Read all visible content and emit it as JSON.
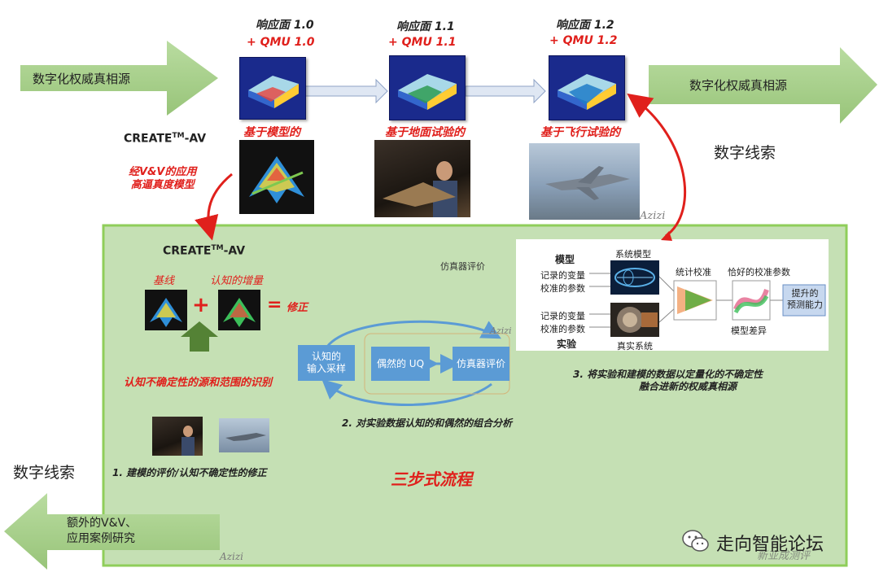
{
  "top": {
    "left_arrow_label": "数字化权威真相源",
    "right_arrow_label": "数字化权威真相源",
    "stages": [
      {
        "title": "响应面  1.0",
        "qmu": "+ QMU 1.0",
        "basis": "基于模型的"
      },
      {
        "title": "响应面  1.1",
        "qmu": "+ QMU 1.1",
        "basis": "基于地面试验的"
      },
      {
        "title": "响应面  1.2",
        "qmu": "+ QMU 1.2",
        "basis": "基于飞行试验的"
      }
    ],
    "create_av": "CREATE",
    "create_av_sup": "TM",
    "create_av_suffix": "-AV",
    "validated_model": "经V&V的应用\n高逼真度模型",
    "digital_thread": "数字线索"
  },
  "panel": {
    "create_av": "CREATE",
    "create_av_sup": "TM",
    "create_av_suffix": "-AV",
    "baseline": "基线",
    "increment": "认知的增量",
    "plus": "+",
    "equals": "=",
    "correction": "修正",
    "uncertainty_id": "认知不确定性的源和范围的识别",
    "step1": "1.  建模的评价/认知不确定性的修正",
    "sim_eval_label": "仿真器评价",
    "box_input": "认知的\n输入采样",
    "box_uq": "偶然的 UQ",
    "box_sim": "仿真器评价",
    "step2": "2.  对实验数据认知的和偶然的组合分析",
    "three_step": "三步式流程",
    "step3_line1": "3.  将实验和建模的数据以定量化的不确定性",
    "step3_line2": "融合进新的权威真相源",
    "calib": {
      "model_header": "模型",
      "recorded_var1": "记录的变量",
      "calib_param1": "校准的参数",
      "recorded_var2": "记录的变量",
      "calib_param2": "校准的参数",
      "experiment_header": "实验",
      "system_model": "系统模型",
      "real_system": "真实系统",
      "stat_calib": "统计校准",
      "good_params": "恰好的校准参数",
      "model_diff": "模型差异",
      "improved": "提升的\n预测能力"
    }
  },
  "bottom": {
    "digital_thread": "数字线索",
    "arrow_label": "额外的V&V、\n应用案例研究",
    "brand": "走向智能论坛",
    "stamp": "新亚成测评"
  },
  "watermarks": [
    "Azizi",
    "Azizi",
    "Azizi"
  ],
  "colors": {
    "arrow_green": "#a9d18e",
    "panel_green": "#92d050",
    "panel_fill": "#c5e0b4",
    "red_text": "#e0201c",
    "process_blue": "#5b9bd5",
    "plot_blue": "#1a2a8c"
  }
}
